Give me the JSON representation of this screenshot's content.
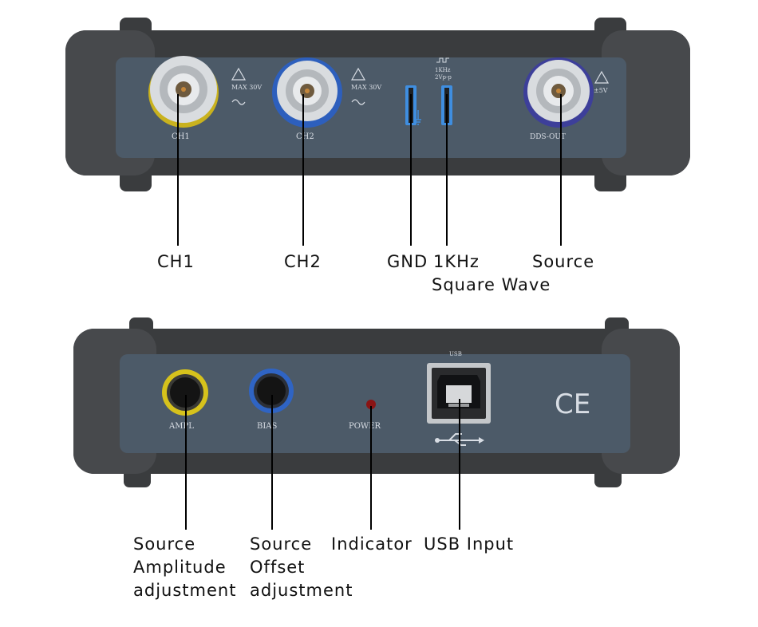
{
  "colors": {
    "background": "#ffffff",
    "housing": "#3a3c3e",
    "panel": "#4c5a68",
    "ch1_ring": "#c9b21e",
    "ch2_ring": "#2d5fbd",
    "source_ring": "#3d3f9a",
    "ampl_ring": "#d6c21c",
    "bias_ring": "#2f64c4",
    "led": "#8a1414",
    "label_text": "#111111"
  },
  "front_panel": {
    "ch1_label": "CH1",
    "ch2_label": "CH2",
    "source_label": "DDS-OUT",
    "max_rating_ch1": "MAX 30V",
    "max_rating_ch2": "MAX 30V",
    "max_rating_source": "±5V",
    "square_wave_marking": [
      "1KHz",
      "2Vp-p"
    ],
    "callouts": {
      "ch1": "CH1",
      "ch2": "CH2",
      "gnd": "GND",
      "square_wave": [
        "1KHz",
        "Square Wave"
      ],
      "source": "Source"
    }
  },
  "rear_panel": {
    "ampl_label": "AMPL",
    "bias_label": "BIAS",
    "power_label": "POWER",
    "usb_label": "USB",
    "ce_mark": "CE",
    "callouts": {
      "amplitude": [
        "Source",
        "Amplitude",
        "adjustment"
      ],
      "offset": [
        "Source",
        "Offset",
        "adjustment"
      ],
      "indicator": "Indicator",
      "usb": "USB Input"
    }
  }
}
